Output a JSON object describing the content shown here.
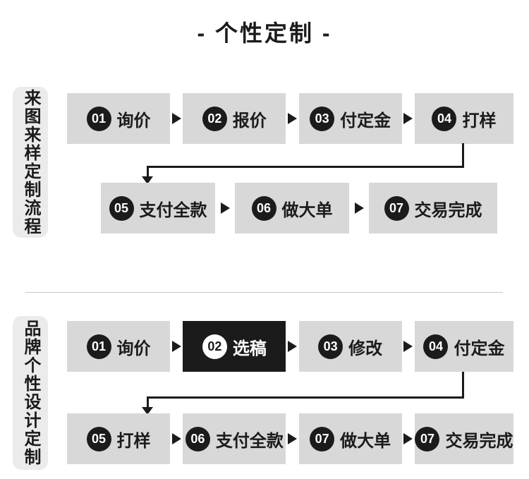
{
  "title": "- 个性定制 -",
  "colors": {
    "box_gray": "#d8d8d8",
    "ink_black": "#1b1b1b",
    "sidebar_gray": "#ebebeb",
    "divider_gray": "#c9c9c9"
  },
  "sections": [
    {
      "sidebar_label": "来图来样定制流程",
      "rows": [
        {
          "steps": [
            {
              "num": "01",
              "label": "询价",
              "variant": "gray"
            },
            {
              "num": "02",
              "label": "报价",
              "variant": "gray"
            },
            {
              "num": "03",
              "label": "付定金",
              "variant": "gray"
            },
            {
              "num": "04",
              "label": "打样",
              "variant": "gray"
            }
          ]
        },
        {
          "steps": [
            {
              "num": "05",
              "label": "支付全款",
              "variant": "gray"
            },
            {
              "num": "06",
              "label": "做大单",
              "variant": "gray"
            },
            {
              "num": "07",
              "label": "交易完成",
              "variant": "gray"
            }
          ]
        }
      ]
    },
    {
      "sidebar_label": "品牌个性设计定制",
      "rows": [
        {
          "steps": [
            {
              "num": "01",
              "label": "询价",
              "variant": "gray"
            },
            {
              "num": "02",
              "label": "选稿",
              "variant": "black"
            },
            {
              "num": "03",
              "label": "修改",
              "variant": "gray"
            },
            {
              "num": "04",
              "label": "付定金",
              "variant": "gray"
            }
          ]
        },
        {
          "steps": [
            {
              "num": "05",
              "label": "打样",
              "variant": "gray"
            },
            {
              "num": "06",
              "label": "支付全款",
              "variant": "gray"
            },
            {
              "num": "07",
              "label": "做大单",
              "variant": "gray"
            },
            {
              "num": "07",
              "label": "交易完成",
              "variant": "gray"
            }
          ]
        }
      ]
    }
  ]
}
